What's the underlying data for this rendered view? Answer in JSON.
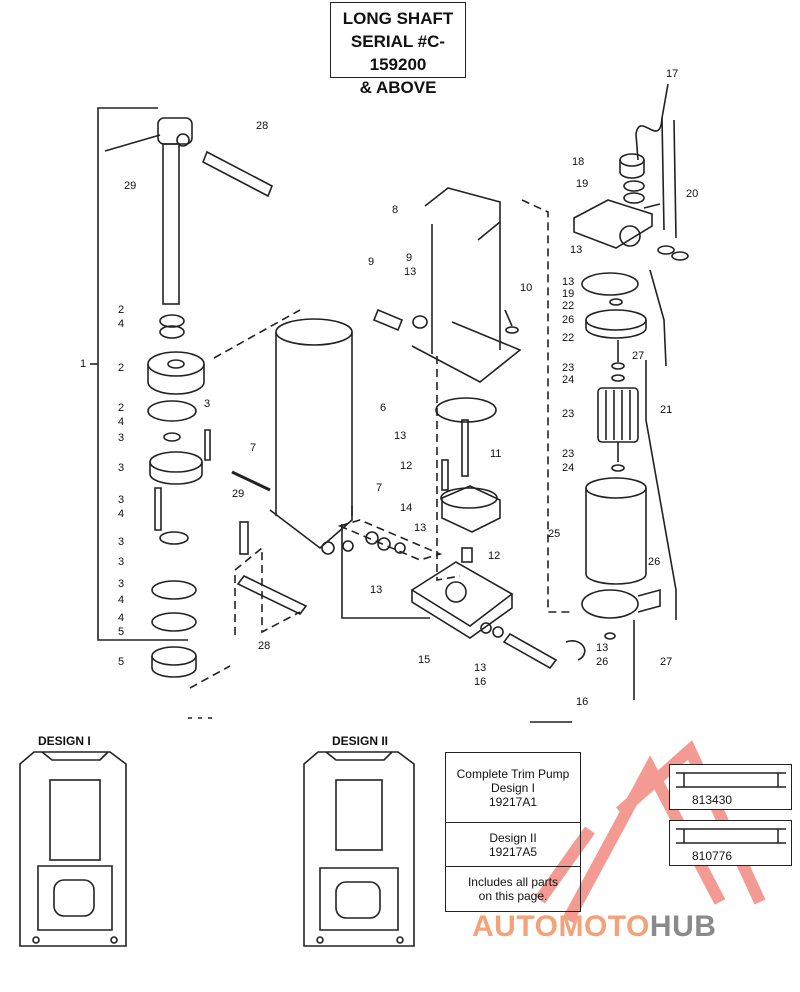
{
  "title": {
    "line1": "LONG SHAFT",
    "line2": "SERIAL #C-159200",
    "line3": "& ABOVE"
  },
  "callouts": [
    {
      "id": "c1",
      "text": "1"
    },
    {
      "id": "c2a",
      "text": "2"
    },
    {
      "id": "c4a",
      "text": "4"
    },
    {
      "id": "c2b",
      "text": "2"
    },
    {
      "id": "c2c",
      "text": "2"
    },
    {
      "id": "c4b",
      "text": "4"
    },
    {
      "id": "c3a",
      "text": "3"
    },
    {
      "id": "c3b",
      "text": "3"
    },
    {
      "id": "c3c",
      "text": "3"
    },
    {
      "id": "c3d",
      "text": "3"
    },
    {
      "id": "c4c",
      "text": "4"
    },
    {
      "id": "c3e",
      "text": "3"
    },
    {
      "id": "c3f",
      "text": "3"
    },
    {
      "id": "c3g",
      "text": "3"
    },
    {
      "id": "c4d",
      "text": "4"
    },
    {
      "id": "c4e",
      "text": "4"
    },
    {
      "id": "c5a",
      "text": "5"
    },
    {
      "id": "c5b",
      "text": "5"
    },
    {
      "id": "c6",
      "text": "6"
    },
    {
      "id": "c7a",
      "text": "7"
    },
    {
      "id": "c7b",
      "text": "7"
    },
    {
      "id": "c8",
      "text": "8"
    },
    {
      "id": "c9a",
      "text": "9"
    },
    {
      "id": "c9b",
      "text": "9"
    },
    {
      "id": "c13a",
      "text": "13"
    },
    {
      "id": "c10",
      "text": "10"
    },
    {
      "id": "c11",
      "text": "11"
    },
    {
      "id": "c12a",
      "text": "12"
    },
    {
      "id": "c12b",
      "text": "12"
    },
    {
      "id": "c13b",
      "text": "13"
    },
    {
      "id": "c14",
      "text": "14"
    },
    {
      "id": "c13c",
      "text": "13"
    },
    {
      "id": "c13d",
      "text": "13"
    },
    {
      "id": "c15",
      "text": "15"
    },
    {
      "id": "c13e",
      "text": "13"
    },
    {
      "id": "c16a",
      "text": "16"
    },
    {
      "id": "c16b",
      "text": "16"
    },
    {
      "id": "c17",
      "text": "17"
    },
    {
      "id": "c18",
      "text": "18"
    },
    {
      "id": "c19a",
      "text": "19"
    },
    {
      "id": "c20",
      "text": "20"
    },
    {
      "id": "c13f",
      "text": "13"
    },
    {
      "id": "c13g",
      "text": "13"
    },
    {
      "id": "c19b",
      "text": "19"
    },
    {
      "id": "c22a",
      "text": "22"
    },
    {
      "id": "c26a",
      "text": "26"
    },
    {
      "id": "c22b",
      "text": "22"
    },
    {
      "id": "c27a",
      "text": "27"
    },
    {
      "id": "c23a",
      "text": "23"
    },
    {
      "id": "c24a",
      "text": "24"
    },
    {
      "id": "c21",
      "text": "21"
    },
    {
      "id": "c23b",
      "text": "23"
    },
    {
      "id": "c23c",
      "text": "23"
    },
    {
      "id": "c24b",
      "text": "24"
    },
    {
      "id": "c25",
      "text": "25"
    },
    {
      "id": "c26b",
      "text": "26"
    },
    {
      "id": "c13h",
      "text": "13"
    },
    {
      "id": "c26c",
      "text": "26"
    },
    {
      "id": "c27b",
      "text": "27"
    },
    {
      "id": "c28a",
      "text": "28"
    },
    {
      "id": "c28b",
      "text": "28"
    },
    {
      "id": "c29a",
      "text": "29"
    },
    {
      "id": "c29b",
      "text": "29"
    }
  ],
  "designs": {
    "design1": "DESIGN I",
    "design2": "DESIGN II"
  },
  "parts_table": {
    "row1": {
      "l1": "Complete Trim Pump",
      "l2": "Design I",
      "l3": "19217A1"
    },
    "row2": {
      "l1": "Design II",
      "l2": "19217A5"
    },
    "row3": {
      "l1": "Includes all parts",
      "l2": "on this page."
    }
  },
  "part_boxes": {
    "box1": "813430",
    "box2": "810776"
  },
  "watermark": {
    "part1": "AUTOMOTO",
    "part2": "HUB",
    "color1": "#f5a27a",
    "color2": "#8a8a8a",
    "logo_color": "#f07a6e"
  }
}
